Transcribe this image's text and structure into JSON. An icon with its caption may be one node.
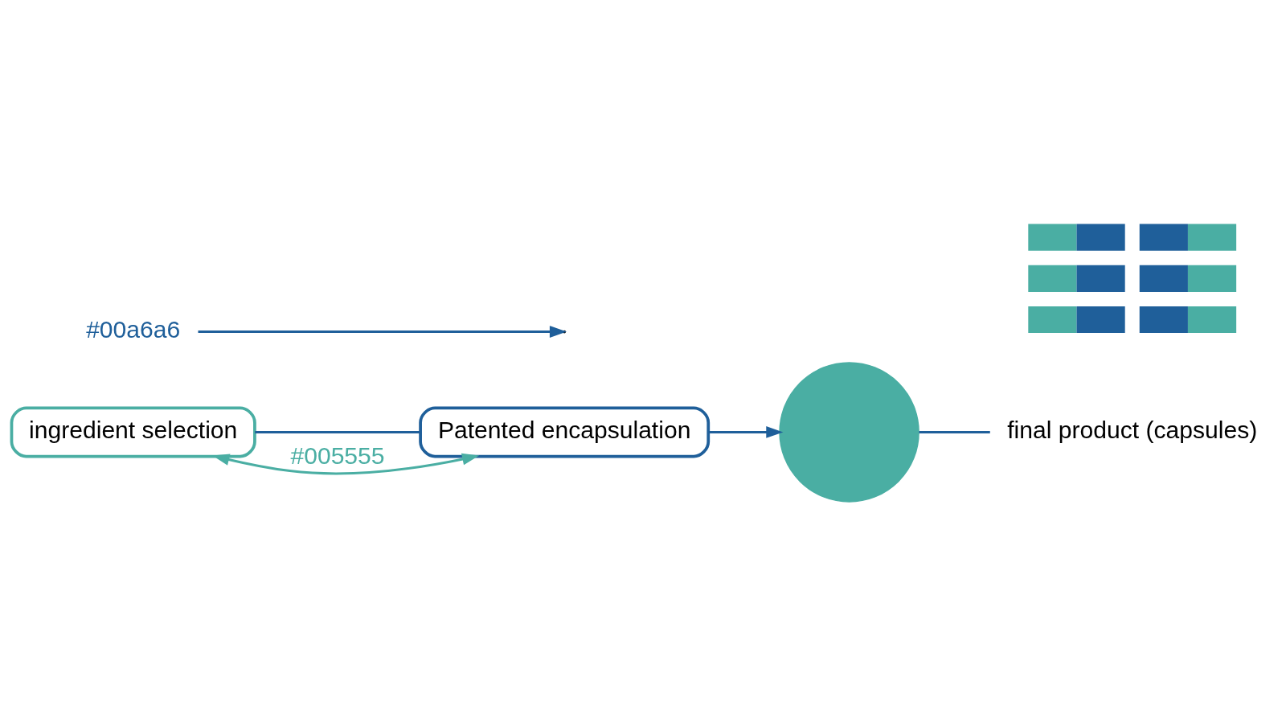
{
  "diagram": {
    "nodes": [
      {
        "text": [
          "ingredient selection"
        ]
      },
      {
        "text": [
          "Patented encapsulation"
        ]
      },
      {
        "text": [
          "#00a6a6"
        ]
      },
      {
        "text": [],
        "shape": "circle"
      },
      {
        "text": [
          "final product (capsules)"
        ]
      },
      {
        "text": [],
        "shape": "picture"
      }
    ],
    "edges": [
      {
        "from": 0,
        "to": 1,
        "arrow": "none"
      },
      {
        "from": 1,
        "to": 0,
        "arrow": "both",
        "label": "#005555",
        "color": "#4aaea3"
      },
      {
        "from": 1,
        "to": 3,
        "arrow": "to"
      },
      {
        "from": 2,
        "to": null,
        "arrow": "to"
      },
      {
        "from": 3,
        "to": 4,
        "arrow": "none"
      }
    ]
  }
}
